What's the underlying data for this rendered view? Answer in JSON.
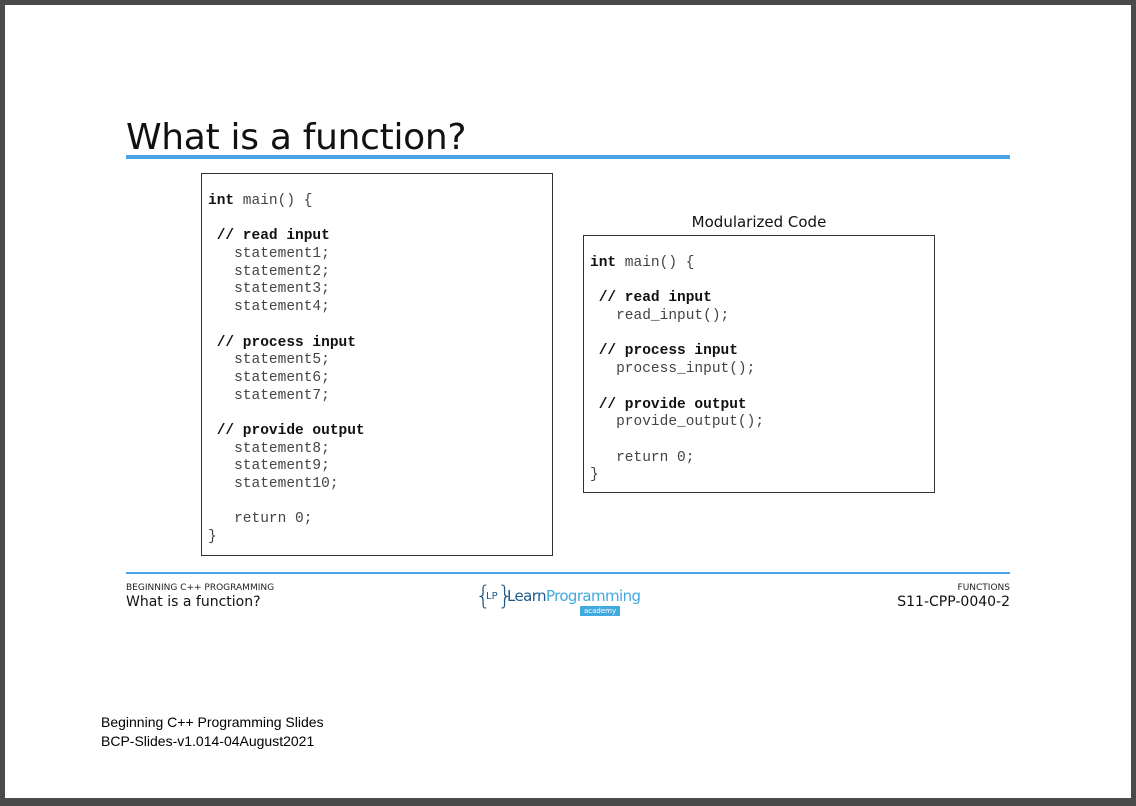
{
  "slide": {
    "title": "What is a function?",
    "left_code": [
      {
        "type": "kw",
        "keyword": "int",
        "rest": " main() {"
      },
      {
        "type": "blank",
        "text": ""
      },
      {
        "type": "comment",
        "text": " // read input"
      },
      {
        "type": "stmt",
        "text": "   statement1;"
      },
      {
        "type": "stmt",
        "text": "   statement2;"
      },
      {
        "type": "stmt",
        "text": "   statement3;"
      },
      {
        "type": "stmt",
        "text": "   statement4;"
      },
      {
        "type": "blank",
        "text": ""
      },
      {
        "type": "comment",
        "text": " // process input"
      },
      {
        "type": "stmt",
        "text": "   statement5;"
      },
      {
        "type": "stmt",
        "text": "   statement6;"
      },
      {
        "type": "stmt",
        "text": "   statement7;"
      },
      {
        "type": "blank",
        "text": ""
      },
      {
        "type": "comment",
        "text": " // provide output"
      },
      {
        "type": "stmt",
        "text": "   statement8;"
      },
      {
        "type": "stmt",
        "text": "   statement9;"
      },
      {
        "type": "stmt",
        "text": "   statement10;"
      },
      {
        "type": "blank",
        "text": ""
      },
      {
        "type": "stmt",
        "text": "   return 0;"
      },
      {
        "type": "stmt",
        "text": "}"
      }
    ],
    "right_caption": "Modularized Code",
    "right_code": [
      {
        "type": "kw",
        "keyword": "int",
        "rest": " main() {"
      },
      {
        "type": "blank",
        "text": ""
      },
      {
        "type": "comment",
        "text": " // read input"
      },
      {
        "type": "stmt",
        "text": "   read_input();"
      },
      {
        "type": "blank",
        "text": ""
      },
      {
        "type": "comment",
        "text": " // process input"
      },
      {
        "type": "stmt",
        "text": "   process_input();"
      },
      {
        "type": "blank",
        "text": ""
      },
      {
        "type": "comment",
        "text": " // provide output"
      },
      {
        "type": "stmt",
        "text": "   provide_output();"
      },
      {
        "type": "blank",
        "text": ""
      },
      {
        "type": "stmt",
        "text": "   return 0;"
      },
      {
        "type": "stmt",
        "text": "}"
      }
    ]
  },
  "footer": {
    "left_small": "BEGINNING C++ PROGRAMMING",
    "left_main": "What is a function?",
    "right_small": "FUNCTIONS",
    "right_main": "S11-CPP-0040-2",
    "logo": {
      "lp": "LP",
      "learn": "Learn",
      "programming": "Programming",
      "academy": "academy"
    }
  },
  "notes": {
    "line1": "Beginning C++ Programming Slides",
    "line2": "BCP-Slides-v1.014-04August2021"
  },
  "colors": {
    "accent_rule": "#4ba3e8",
    "logo_dark": "#1e5a8a",
    "logo_light": "#3fa9e0"
  }
}
